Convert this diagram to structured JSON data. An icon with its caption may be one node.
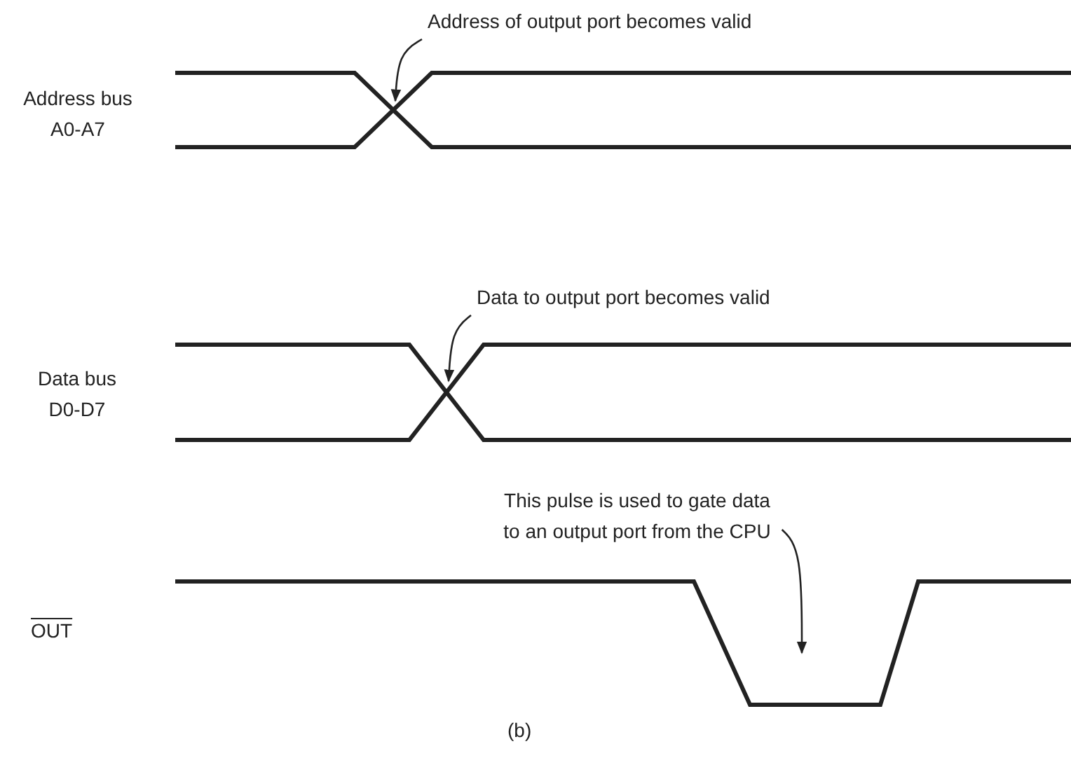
{
  "diagram": {
    "caption": "(b)",
    "nodes": [
      {
        "text": [
          "Address of output port becomes valid"
        ]
      },
      {
        "text": [
          "Data to output port becomes valid"
        ]
      },
      {
        "text": [
          "This pulse is used to gate data to an output port from the CPU"
        ]
      }
    ],
    "edges": [
      {
        "from": 0,
        "to": null,
        "arrow": "to"
      },
      {
        "from": 1,
        "to": null,
        "arrow": "to"
      },
      {
        "from": 2,
        "to": null,
        "arrow": "to"
      }
    ],
    "labels": [
      "Address bus A0-A7",
      "Data bus D0-D7",
      "OUT"
    ]
  }
}
